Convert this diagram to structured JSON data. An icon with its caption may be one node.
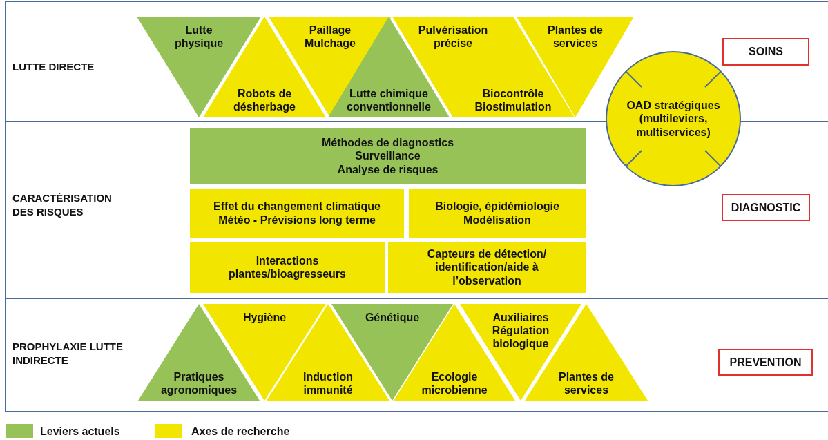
{
  "diagram": {
    "nodes": [
      {
        "text": [
          "Lutte physique"
        ]
      },
      {
        "text": [
          "Robots de désherbage"
        ]
      },
      {
        "text": [
          "Paillage",
          "Mulchage"
        ]
      },
      {
        "text": [
          "Lutte chimique conventionnelle"
        ]
      },
      {
        "text": [
          "Pulvérisation précise"
        ]
      },
      {
        "text": [
          "Biocontrôle",
          "Biostimulation"
        ]
      },
      {
        "text": [
          "Plantes de services"
        ]
      },
      {
        "text": [
          "OAD stratégiques (multileviers, multiservices)"
        ]
      },
      {
        "text": [
          "SOINS"
        ]
      },
      {
        "text": [
          "Méthodes de diagnostics",
          "Surveillance",
          "Analyse de risques"
        ]
      },
      {
        "text": [
          "Effet du changement climatique",
          "Météo - Prévisions long terme"
        ]
      },
      {
        "text": [
          "Biologie, épidémiologie",
          "Modélisation"
        ]
      },
      {
        "text": [
          "Interactions plantes/bioagresseurs"
        ]
      },
      {
        "text": [
          "Capteurs de détection/ identification/aide à l’observation"
        ]
      },
      {
        "text": [
          "DIAGNOSTIC"
        ]
      },
      {
        "text": [
          "Pratiques agronomiques"
        ]
      },
      {
        "text": [
          "Hygiène"
        ]
      },
      {
        "text": [
          "Induction immunité"
        ]
      },
      {
        "text": [
          "Génétique"
        ]
      },
      {
        "text": [
          "Ecologie microbienne"
        ]
      },
      {
        "text": [
          "Auxiliaires",
          "Régulation biologique"
        ]
      },
      {
        "text": [
          "Plantes de services"
        ]
      },
      {
        "text": [
          "PREVENTION"
        ]
      }
    ],
    "labels": [
      "LUTTE DIRECTE",
      "CARACTÉRISATION DES RISQUES",
      "PROPHYLAXIE LUTTE INDIRECTE"
    ],
    "legend": [
      {
        "text": "Leviers actuels",
        "color": "#96c257"
      },
      {
        "text": "Axes de recherche",
        "color": "#f2e500"
      }
    ]
  }
}
